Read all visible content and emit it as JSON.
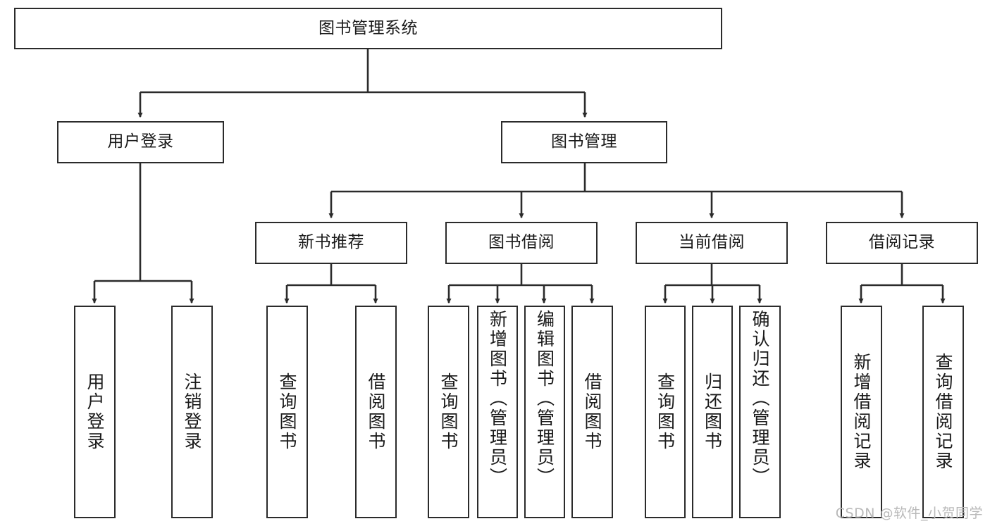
{
  "diagram": {
    "type": "tree-hierarchy",
    "title": "图书管理系统",
    "watermark": "CSDN @软件_小贺同学",
    "colors": {
      "stroke": "#2b2b2b",
      "fill": "#ffffff",
      "text": "#1a1a1a",
      "watermark": "#b9b9b9"
    },
    "root": {
      "label": "图书管理系统",
      "orientation": "horizontal"
    },
    "level2": [
      {
        "label": "用户登录",
        "orientation": "horizontal"
      },
      {
        "label": "图书管理",
        "orientation": "horizontal"
      }
    ],
    "level3": [
      {
        "label": "新书推荐",
        "orientation": "horizontal"
      },
      {
        "label": "图书借阅",
        "orientation": "horizontal"
      },
      {
        "label": "当前借阅",
        "orientation": "horizontal"
      },
      {
        "label": "借阅记录",
        "orientation": "horizontal"
      }
    ],
    "leaves": {
      "user_login": [
        {
          "label": "用户登录",
          "orientation": "vertical"
        },
        {
          "label": "注销登录",
          "orientation": "vertical"
        }
      ],
      "new_book_recommend": [
        {
          "label": "查询图书",
          "orientation": "vertical"
        },
        {
          "label": "借阅图书",
          "orientation": "vertical"
        }
      ],
      "book_borrow": [
        {
          "label": "查询图书",
          "orientation": "vertical"
        },
        {
          "label": "新增图书（管理员）",
          "orientation": "vertical"
        },
        {
          "label": "编辑图书（管理员）",
          "orientation": "vertical"
        },
        {
          "label": "借阅图书",
          "orientation": "vertical"
        }
      ],
      "current_borrow": [
        {
          "label": "查询图书",
          "orientation": "vertical"
        },
        {
          "label": "归还图书",
          "orientation": "vertical"
        },
        {
          "label": "确认归还（管理员）",
          "orientation": "vertical"
        }
      ],
      "borrow_record": [
        {
          "label": "新增借阅记录",
          "orientation": "vertical"
        },
        {
          "label": "查询借阅记录",
          "orientation": "vertical"
        }
      ]
    }
  }
}
